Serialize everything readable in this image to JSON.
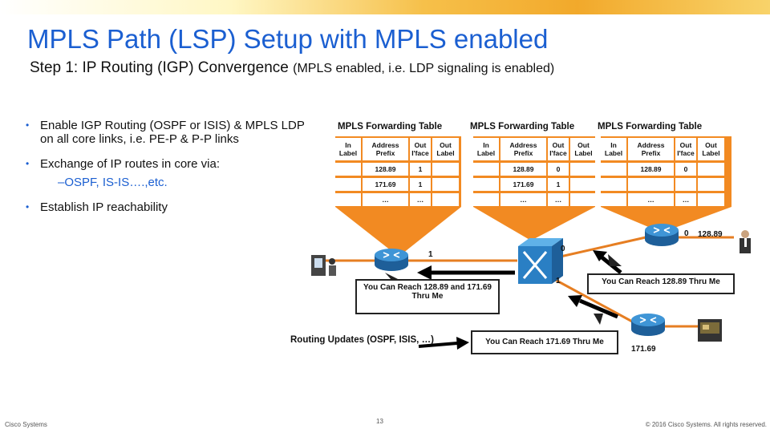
{
  "header": {
    "title": "MPLS Path (LSP) Setup with MPLS enabled",
    "subtitle_main": "Step 1: IP Routing (IGP) Convergence",
    "subtitle_note": "(MPLS enabled, i.e. LDP signaling is enabled)"
  },
  "bullets": [
    {
      "text": "Enable IGP Routing (OSPF or ISIS) & MPLS LDP on all core links, i.e. PE-P & P-P links"
    },
    {
      "text": "Exchange of IP routes in core via:",
      "sub": "–OSPF, IS-IS….,etc."
    },
    {
      "text": "Establish IP reachability"
    }
  ],
  "tables": [
    {
      "title": "MPLS Forwarding Table",
      "headers": [
        "In Label",
        "Address Prefix",
        "Out I'face",
        "Out Label"
      ],
      "rows": [
        [
          "",
          "128.89",
          "1",
          ""
        ],
        [
          "",
          "171.69",
          "1",
          ""
        ],
        [
          "",
          "…",
          "…",
          ""
        ]
      ]
    },
    {
      "title": "MPLS Forwarding Table",
      "headers": [
        "In Label",
        "Address Prefix",
        "Out I'face",
        "Out Label"
      ],
      "rows": [
        [
          "",
          "128.89",
          "0",
          ""
        ],
        [
          "",
          "171.69",
          "1",
          ""
        ],
        [
          "",
          "…",
          "…",
          ""
        ]
      ]
    },
    {
      "title": "MPLS Forwarding Table",
      "headers": [
        "In Label",
        "Address Prefix",
        "Out I'face",
        "Out Label"
      ],
      "rows": [
        [
          "",
          "128.89",
          "0",
          ""
        ],
        [
          "",
          "",
          "",
          ""
        ],
        [
          "",
          "…",
          "…",
          ""
        ]
      ]
    }
  ],
  "diagram": {
    "link_label_left": "1",
    "link_label_core_top": "0",
    "link_label_core_bottom": "1",
    "link_label_right_router": "0",
    "prefix_right": "128.89",
    "prefix_bottom": "171.69",
    "callout_left": "You Can Reach 128.89 and 171.69 Thru Me",
    "callout_right": "You Can Reach 128.89 Thru Me",
    "callout_bottom": "You Can Reach 171.69 Thru Me",
    "routing_updates": "Routing Updates (OSPF, ISIS, …)"
  },
  "footer": {
    "left": "Cisco Systems",
    "page": "13",
    "right": "© 2016 Cisco Systems. All rights reserved."
  },
  "colors": {
    "title": "#1b5fd1",
    "funnel": "#f28a22",
    "link": "#e67e22",
    "router": "#2a7fc4"
  }
}
